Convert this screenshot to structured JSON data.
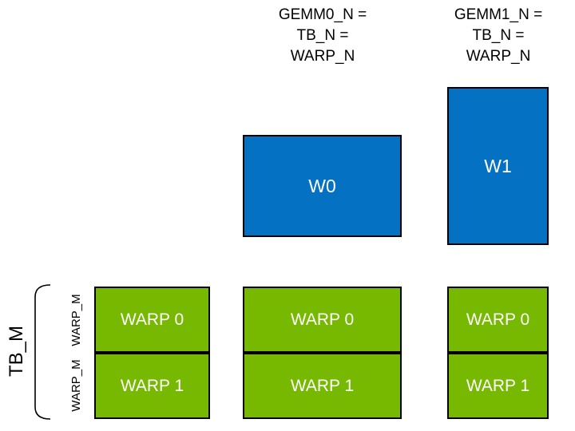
{
  "diagram": {
    "column_headers": [
      {
        "lines": [
          "GEMM0_N =",
          "TB_N =",
          "WARP_N"
        ]
      },
      {
        "lines": [
          "GEMM1_N =",
          "TB_N =",
          "WARP_N"
        ]
      }
    ],
    "warp_tiles": [
      {
        "label": "W0"
      },
      {
        "label": "W1"
      }
    ],
    "warp_stacks": [
      {
        "rows": [
          {
            "label": "WARP 0"
          },
          {
            "label": "WARP 1"
          }
        ]
      },
      {
        "rows": [
          {
            "label": "WARP 0"
          },
          {
            "label": "WARP 1"
          }
        ]
      },
      {
        "rows": [
          {
            "label": "WARP 0"
          },
          {
            "label": "WARP 1"
          }
        ]
      }
    ],
    "left_annotations": {
      "bracket_label": "TB_M",
      "row_labels": [
        "WARP_M",
        "WARP_M"
      ]
    },
    "colors": {
      "tile_blue": "#0571C3",
      "warp_green": "#76B900",
      "outline": "#000000",
      "box_text": "#FFFFFF",
      "label_text": "#000000"
    }
  }
}
